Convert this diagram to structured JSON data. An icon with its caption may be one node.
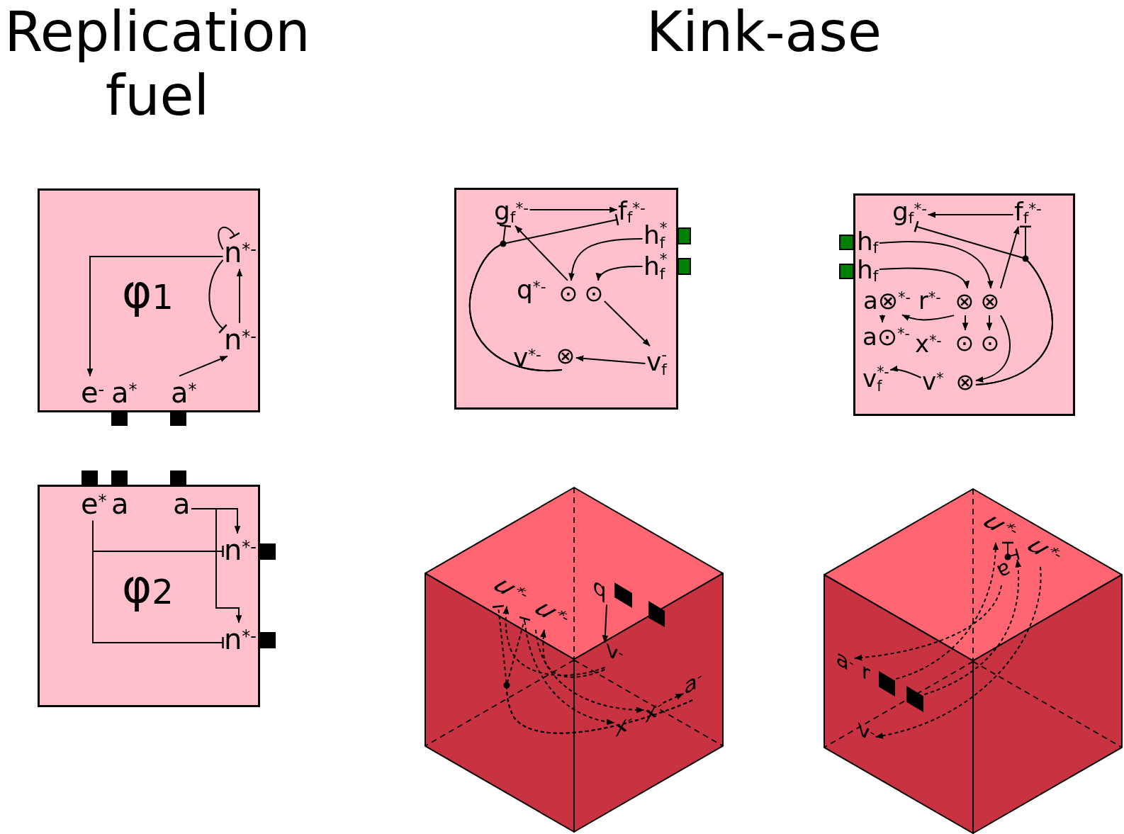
{
  "diagram": {
    "nodes": [
      {
        "text": [
          "φ$_{1}$"
        ]
      },
      {
        "text": [
          "n$^{*-}$"
        ],
        "in": 0
      },
      {
        "text": [
          "n$^{*-}$"
        ],
        "in": 0
      },
      {
        "text": [
          "e$^{-}$"
        ],
        "in": 0
      },
      {
        "text": [
          "a$^{*}$"
        ],
        "in": 0
      },
      {
        "text": [
          "a$^{*}$"
        ],
        "in": 0
      },
      {
        "text": [
          "φ$_{2}$"
        ]
      },
      {
        "text": [
          "e$^{*}$"
        ],
        "in": 6
      },
      {
        "text": [
          "a"
        ],
        "in": 6
      },
      {
        "text": [
          "a"
        ],
        "in": 6
      },
      {
        "text": [
          "n$^{*-}$"
        ],
        "in": 6
      },
      {
        "text": [
          "n$^{*-}$"
        ],
        "in": 6
      },
      {
        "text": [],
        "shape": "box"
      },
      {
        "text": [
          "g$_{f}$$^{*-}$"
        ],
        "in": 12
      },
      {
        "text": [
          "f$_{f}$$^{*-}$"
        ],
        "in": 12
      },
      {
        "text": [
          "h$_{f}$$^{*}$"
        ],
        "in": 12
      },
      {
        "text": [
          "h$_{f}$$^{*}$"
        ],
        "in": 12
      },
      {
        "text": [
          "q$^{*-}$"
        ],
        "in": 12
      },
      {
        "text": [
          "⊙"
        ],
        "in": 12
      },
      {
        "text": [
          "⊙"
        ],
        "in": 12
      },
      {
        "text": [
          "v$^{*-}$"
        ],
        "in": 12
      },
      {
        "text": [
          "⊗"
        ],
        "in": 12
      },
      {
        "text": [
          "v$_{f}$$^{-}$"
        ],
        "in": 12
      },
      {
        "text": [],
        "shape": "box"
      },
      {
        "text": [
          "g$_{f}$$^{*-}$"
        ],
        "in": 23
      },
      {
        "text": [
          "f$_{f}$$^{*-}$"
        ],
        "in": 23
      },
      {
        "text": [
          "h$_{f}$"
        ],
        "in": 23
      },
      {
        "text": [
          "h$_{f}$"
        ],
        "in": 23
      },
      {
        "text": [
          "a⊗$^{*-}$"
        ],
        "in": 23
      },
      {
        "text": [
          "r$^{*-}$"
        ],
        "in": 23
      },
      {
        "text": [
          "⊗"
        ],
        "in": 23
      },
      {
        "text": [
          "⊗"
        ],
        "in": 23
      },
      {
        "text": [
          "a⊙$^{*-}$"
        ],
        "in": 23
      },
      {
        "text": [
          "x$^{*-}$"
        ],
        "in": 23
      },
      {
        "text": [
          "⊙"
        ],
        "in": 23
      },
      {
        "text": [
          "⊙"
        ],
        "in": 23
      },
      {
        "text": [
          "v$_{f}$$^{*-}$"
        ],
        "in": 23
      },
      {
        "text": [
          "v$^{*}$"
        ],
        "in": 23
      },
      {
        "text": [
          "⊗"
        ],
        "in": 23
      },
      {
        "text": [],
        "shape": "cube"
      },
      {
        "text": [
          "u$^{*-}$"
        ],
        "in": 39
      },
      {
        "text": [
          "u$^{*-}$"
        ],
        "in": 39
      },
      {
        "text": [
          "q"
        ],
        "in": 39
      },
      {
        "text": [
          "v$^{-}$"
        ],
        "in": 39
      },
      {
        "text": [
          "x$^{-}$"
        ],
        "in": 39
      },
      {
        "text": [
          "x$^{-}$"
        ],
        "in": 39
      },
      {
        "text": [
          "a$^{-}$"
        ],
        "in": 39
      },
      {
        "text": [],
        "shape": "cube"
      },
      {
        "text": [
          "u$^{*-}$"
        ],
        "in": 47
      },
      {
        "text": [
          "u$^{*-}$"
        ],
        "in": 47
      },
      {
        "text": [
          "a"
        ],
        "in": 47
      },
      {
        "text": [
          "a$^{-}$"
        ],
        "in": 47
      },
      {
        "text": [
          "r"
        ],
        "in": 47
      },
      {
        "text": [],
        "shape": "square",
        "in": 47
      },
      {
        "text": [],
        "shape": "square",
        "in": 47
      },
      {
        "text": [
          "v$^{-}$"
        ],
        "in": 47
      }
    ],
    "edges": [
      {
        "from": 1,
        "to": 1,
        "arrow": "other"
      },
      {
        "from": 1,
        "to": 3,
        "arrow": "to"
      },
      {
        "from": 2,
        "to": 1,
        "arrow": "to"
      },
      {
        "from": 1,
        "to": 2,
        "arrow": "other"
      },
      {
        "from": 5,
        "to": 2,
        "arrow": "to"
      },
      {
        "from": 9,
        "to": 10,
        "arrow": "to"
      },
      {
        "from": 9,
        "to": 11,
        "arrow": "to"
      },
      {
        "from": 7,
        "to": 10,
        "arrow": "other"
      },
      {
        "from": 7,
        "to": 11,
        "arrow": "other"
      },
      {
        "from": 13,
        "to": 14,
        "arrow": "to"
      },
      {
        "from": 21,
        "to": 13,
        "arrow": "other"
      },
      {
        "from": 21,
        "to": 14,
        "arrow": "other"
      },
      {
        "from": 18,
        "to": 13,
        "arrow": "to"
      },
      {
        "from": 15,
        "to": 18,
        "arrow": "to"
      },
      {
        "from": 16,
        "to": 19,
        "arrow": "to"
      },
      {
        "from": 19,
        "to": 22,
        "arrow": "to"
      },
      {
        "from": 22,
        "to": 21,
        "arrow": "to"
      },
      {
        "from": 25,
        "to": 24,
        "arrow": "to"
      },
      {
        "from": 38,
        "to": 25,
        "arrow": "other"
      },
      {
        "from": 38,
        "to": 24,
        "arrow": "other"
      },
      {
        "from": 26,
        "to": 31,
        "arrow": "to"
      },
      {
        "from": 27,
        "to": 30,
        "arrow": "to"
      },
      {
        "from": 31,
        "to": 25,
        "arrow": "to"
      },
      {
        "from": 30,
        "to": 28,
        "arrow": "to"
      },
      {
        "from": 28,
        "to": 32,
        "arrow": "to"
      },
      {
        "from": 30,
        "to": 34,
        "arrow": "to"
      },
      {
        "from": 31,
        "to": 35,
        "arrow": "to"
      },
      {
        "from": 31,
        "to": 38,
        "arrow": "to"
      },
      {
        "from": 37,
        "to": 36,
        "arrow": "to"
      },
      {
        "from": 42,
        "to": 43,
        "arrow": "to"
      },
      {
        "from": 43,
        "to": 40,
        "arrow": "to",
        "style": "dashed"
      },
      {
        "from": 43,
        "to": 41,
        "arrow": "to",
        "style": "dashed"
      },
      {
        "from": 41,
        "to": 44,
        "arrow": "to",
        "style": "dashed"
      },
      {
        "from": 41,
        "to": 45,
        "arrow": "to",
        "style": "dashed"
      },
      {
        "from": 45,
        "to": 46,
        "arrow": "to",
        "style": "dashed"
      },
      {
        "from": 46,
        "to": 40,
        "arrow": "other",
        "style": "dashed"
      },
      {
        "from": 46,
        "to": 41,
        "arrow": "other",
        "style": "dashed"
      },
      {
        "from": 50,
        "to": 48,
        "arrow": "other"
      },
      {
        "from": 50,
        "to": 49,
        "arrow": "other"
      },
      {
        "from": 53,
        "to": 48,
        "arrow": "to",
        "style": "dashed"
      },
      {
        "from": 54,
        "to": 49,
        "arrow": "to",
        "style": "dashed"
      },
      {
        "from": 50,
        "to": 51,
        "arrow": "to",
        "style": "dashed"
      },
      {
        "from": 49,
        "to": 55,
        "arrow": "to",
        "style": "dashed"
      }
    ],
    "labels": [
      "Replication fuel",
      "Kink-ase"
    ]
  }
}
